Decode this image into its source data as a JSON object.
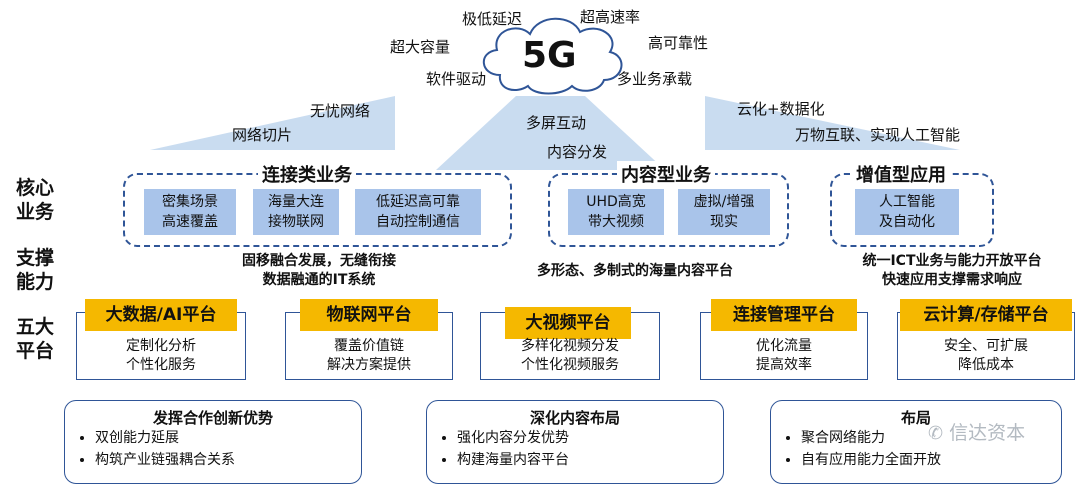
{
  "cloud": {
    "label": "5G",
    "features": [
      "极低延迟",
      "超高速率",
      "超大容量",
      "高可靠性",
      "软件驱动",
      "多业务承载"
    ]
  },
  "beams": {
    "left": [
      "无忧网络",
      "网络切片"
    ],
    "center": [
      "多屏互动",
      "内容分发"
    ],
    "right": [
      "云化+数据化",
      "万物互联、实现人工智能"
    ]
  },
  "side_labels": [
    "核心\n业务",
    "支撑\n能力",
    "五大\n平台"
  ],
  "core": [
    {
      "title": "连接类业务",
      "items": [
        "密集场景\n高速覆盖",
        "海量大连\n接物联网",
        "低延迟高可靠\n自动控制通信"
      ]
    },
    {
      "title": "内容型业务",
      "items": [
        "UHD高宽\n带大视频",
        "虚拟/增强\n现实"
      ]
    },
    {
      "title": "增值型应用",
      "items": [
        "人工智能\n及自动化"
      ]
    }
  ],
  "support": [
    "固移融合发展，无缝衔接\n数据融通的IT系统",
    "多形态、多制式的海量内容平台",
    "统一ICT业务与能力开放平台\n快速应用支撑需求响应"
  ],
  "platforms": [
    {
      "title": "大数据/AI平台",
      "desc": "定制化分析\n个性化服务"
    },
    {
      "title": "物联网平台",
      "desc": "覆盖价值链\n解决方案提供"
    },
    {
      "title": "大视频平台",
      "desc": "多样化视频分发\n个性化视频服务"
    },
    {
      "title": "连接管理平台",
      "desc": "优化流量\n提高效率"
    },
    {
      "title": "云计算/存储平台",
      "desc": "安全、可扩展\n降低成本"
    }
  ],
  "bottom": [
    {
      "title": "发挥合作创新优势",
      "items": [
        "双创能力延展",
        "构筑产业链强耦合关系"
      ]
    },
    {
      "title": "深化内容布局",
      "items": [
        "强化内容分发优势",
        "构建海量内容平台"
      ]
    },
    {
      "title": "布局",
      "items": [
        "聚合网络能力",
        "自有应用能力全面开放"
      ]
    }
  ],
  "watermark": "信达资本",
  "colors": {
    "beam": "#c9dcf0",
    "box": "#a9c4ea",
    "border": "#2f5597",
    "platform": "#f5b800"
  }
}
